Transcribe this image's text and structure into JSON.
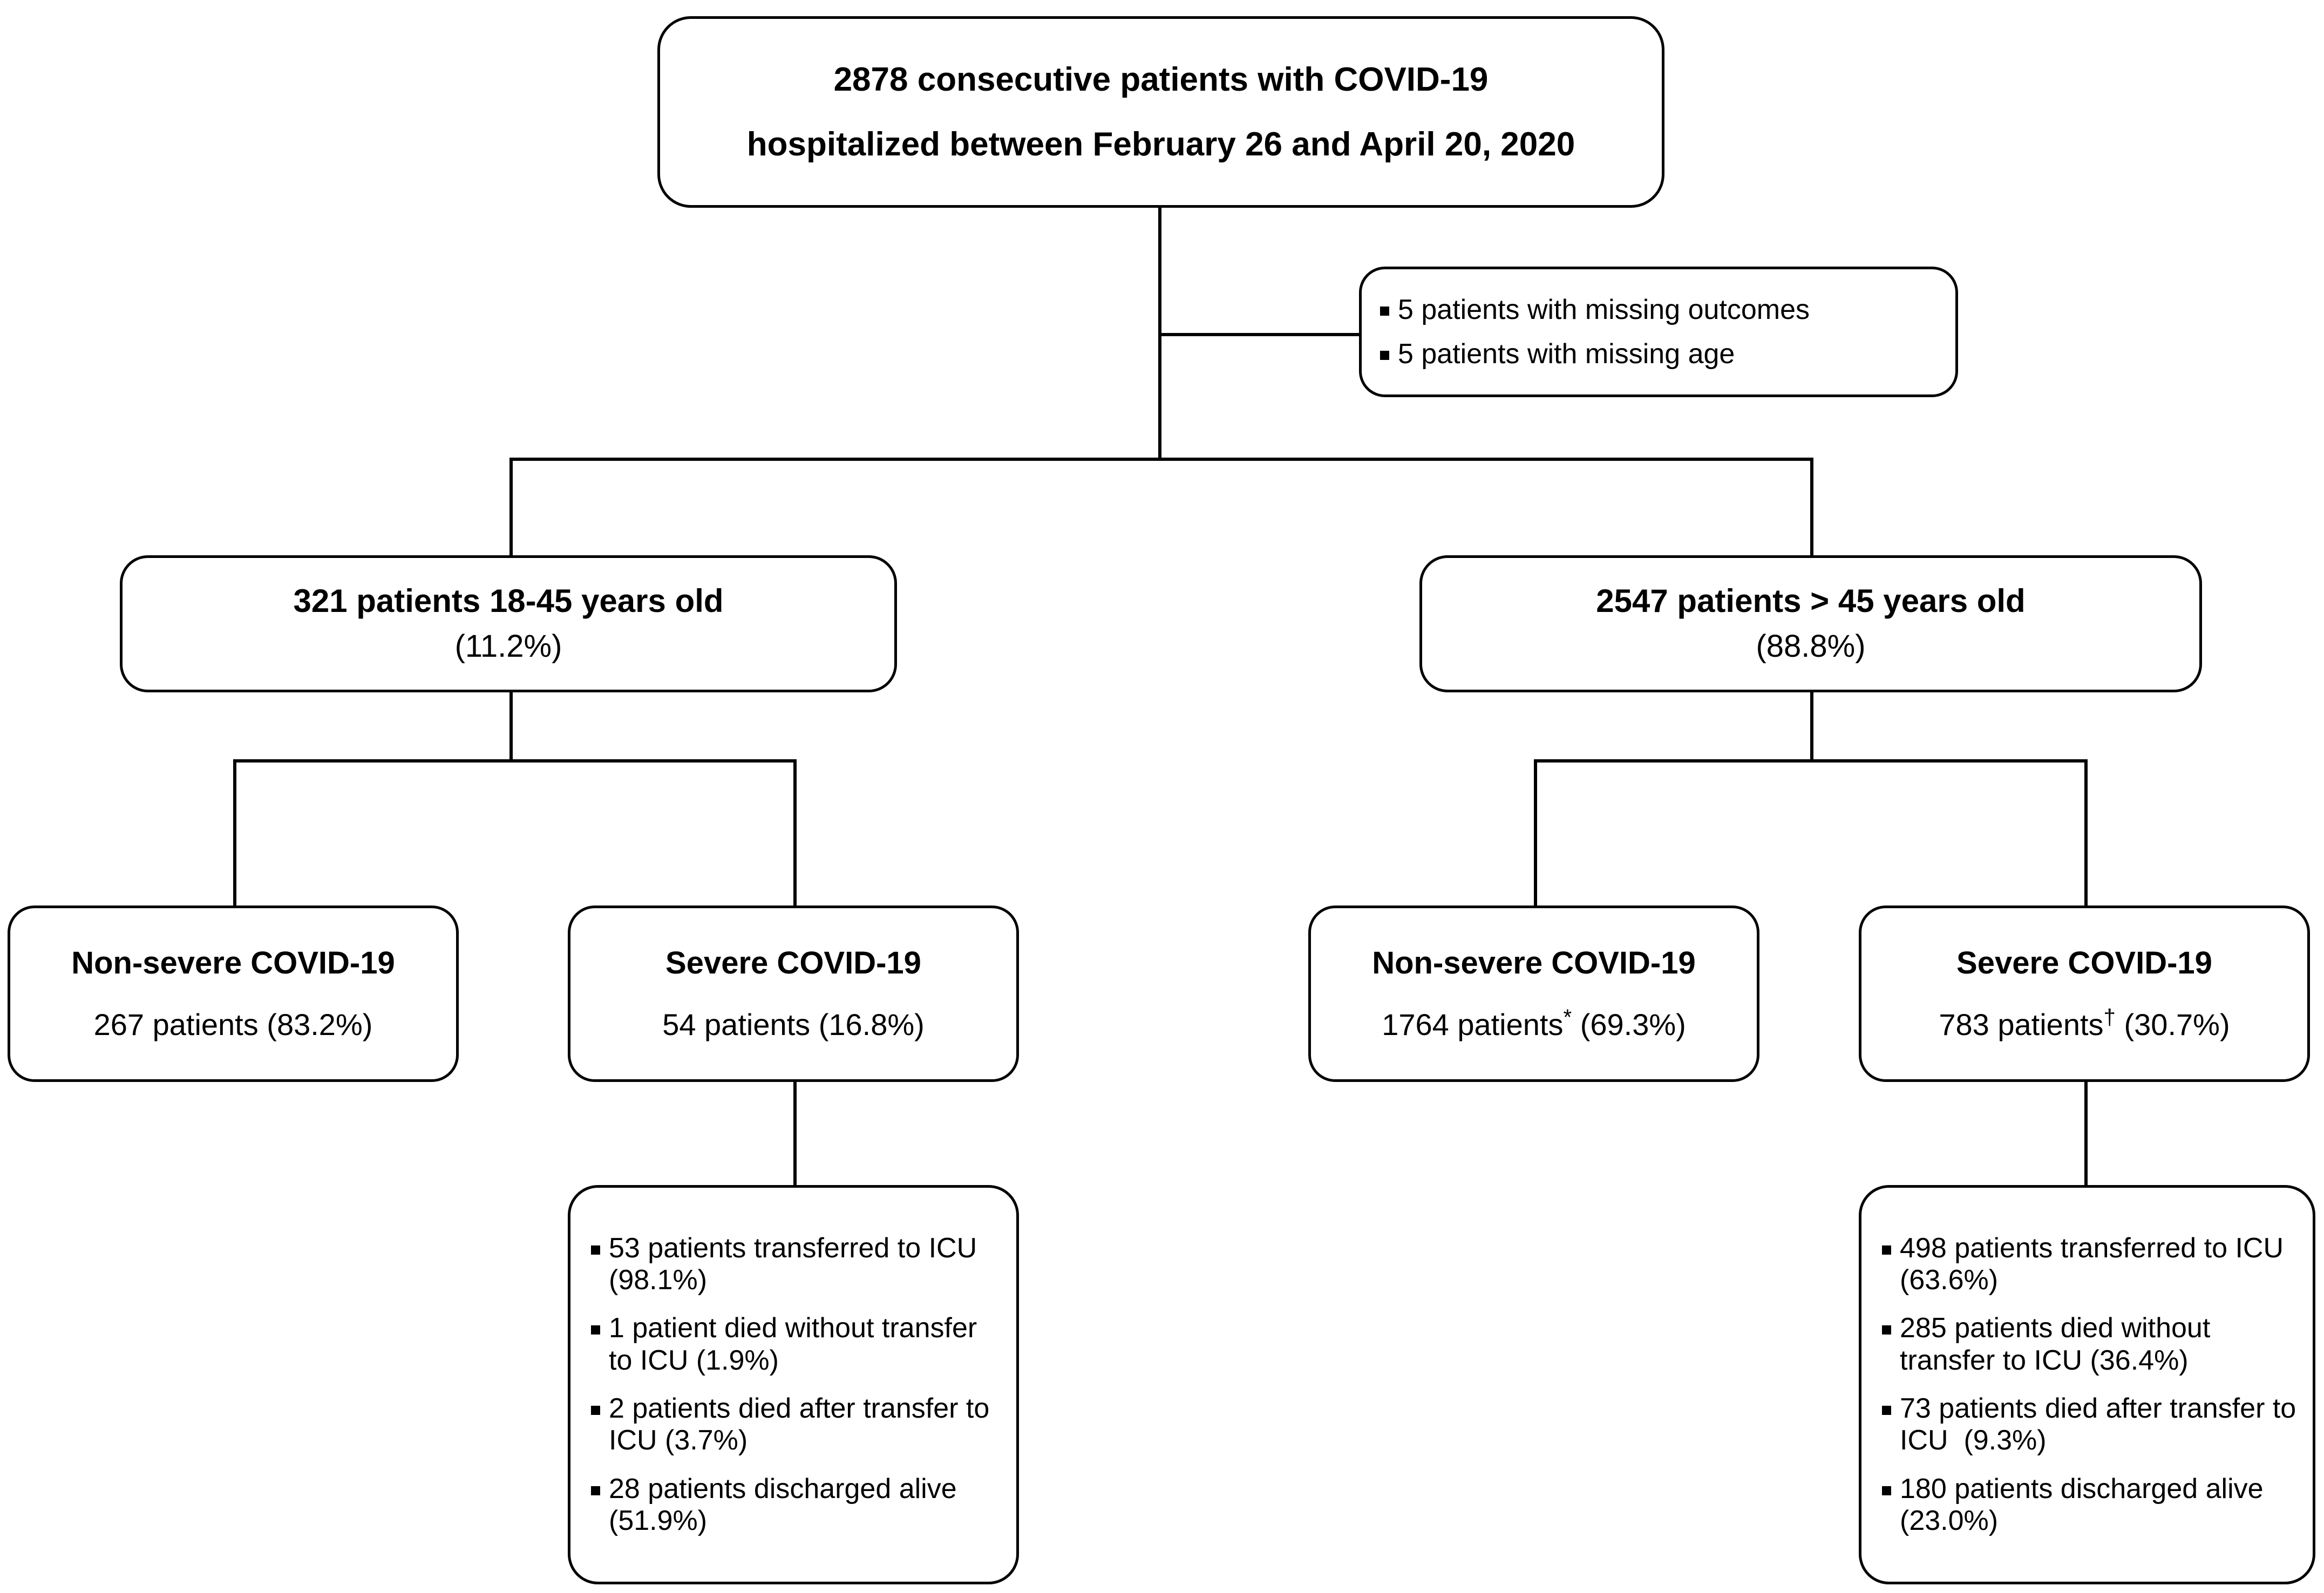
{
  "figure": {
    "type": "flowchart",
    "title": "Patient selection flow diagram"
  },
  "nodes": {
    "cohort": {
      "line1": "2878 consecutive patients with COVID-19",
      "line2": "hospitalized between February 26 and April 20, 2020"
    },
    "exclusions": {
      "items": [
        "5 patients with missing outcomes",
        "5 patients with missing age"
      ]
    },
    "age_young": {
      "line1": "321 patients 18-45 years old",
      "line2": "(11.2%)"
    },
    "age_old": {
      "line1": "2547 patients > 45 years old",
      "line2": "(88.8%)"
    },
    "young_nonsevere": {
      "title": "Non-severe COVID-19",
      "detail": "267 patients (83.2%)"
    },
    "young_severe": {
      "title": "Severe COVID-19",
      "detail": "54 patients (16.8%)"
    },
    "old_nonsevere": {
      "title": "Non-severe COVID-19",
      "detail_pre": "1764 patients",
      "detail_mark": "*",
      "detail_post": " (69.3%)"
    },
    "old_severe": {
      "title": "Severe COVID-19",
      "detail_pre": "783 patients",
      "detail_mark": "†",
      "detail_post": " (30.7%)"
    },
    "young_severe_outcomes": {
      "items": [
        "53 patients transferred to ICU (98.1%)",
        "1 patient died without transfer to ICU (1.9%)",
        "2 patients died after transfer to ICU (3.7%)",
        "28 patients discharged alive (51.9%)"
      ]
    },
    "old_severe_outcomes": {
      "items": [
        "498 patients transferred to ICU (63.6%)",
        "285 patients died without transfer to ICU (36.4%)",
        "73 patients died after transfer to ICU  (9.3%)",
        "180 patients discharged alive (23.0%)"
      ]
    }
  },
  "colors": {
    "stroke": "#000000",
    "background": "#ffffff",
    "text": "#000000"
  },
  "chart_data": {
    "type": "flowchart",
    "title": "COVID-19 hospitalized patient selection and outcomes",
    "total": 2878,
    "excluded": {
      "missing_outcomes": 5,
      "missing_age": 5
    },
    "groups": [
      {
        "name": "18-45 years old",
        "n": 321,
        "pct": 11.2,
        "severity": [
          {
            "name": "Non-severe COVID-19",
            "n": 267,
            "pct": 83.2
          },
          {
            "name": "Severe COVID-19",
            "n": 54,
            "pct": 16.8,
            "outcomes": [
              {
                "label": "transferred to ICU",
                "n": 53,
                "pct": 98.1
              },
              {
                "label": "died without transfer to ICU",
                "n": 1,
                "pct": 1.9
              },
              {
                "label": "died after transfer to ICU",
                "n": 2,
                "pct": 3.7
              },
              {
                "label": "discharged alive",
                "n": 28,
                "pct": 51.9
              }
            ]
          }
        ]
      },
      {
        "name": "> 45 years old",
        "n": 2547,
        "pct": 88.8,
        "severity": [
          {
            "name": "Non-severe COVID-19",
            "n": 1764,
            "pct": 69.3,
            "footnote": "*"
          },
          {
            "name": "Severe COVID-19",
            "n": 783,
            "pct": 30.7,
            "footnote": "†",
            "outcomes": [
              {
                "label": "transferred to ICU",
                "n": 498,
                "pct": 63.6
              },
              {
                "label": "died without transfer to ICU",
                "n": 285,
                "pct": 36.4
              },
              {
                "label": "died after transfer to ICU",
                "n": 73,
                "pct": 9.3
              },
              {
                "label": "discharged alive",
                "n": 180,
                "pct": 23.0
              }
            ]
          }
        ]
      }
    ]
  }
}
